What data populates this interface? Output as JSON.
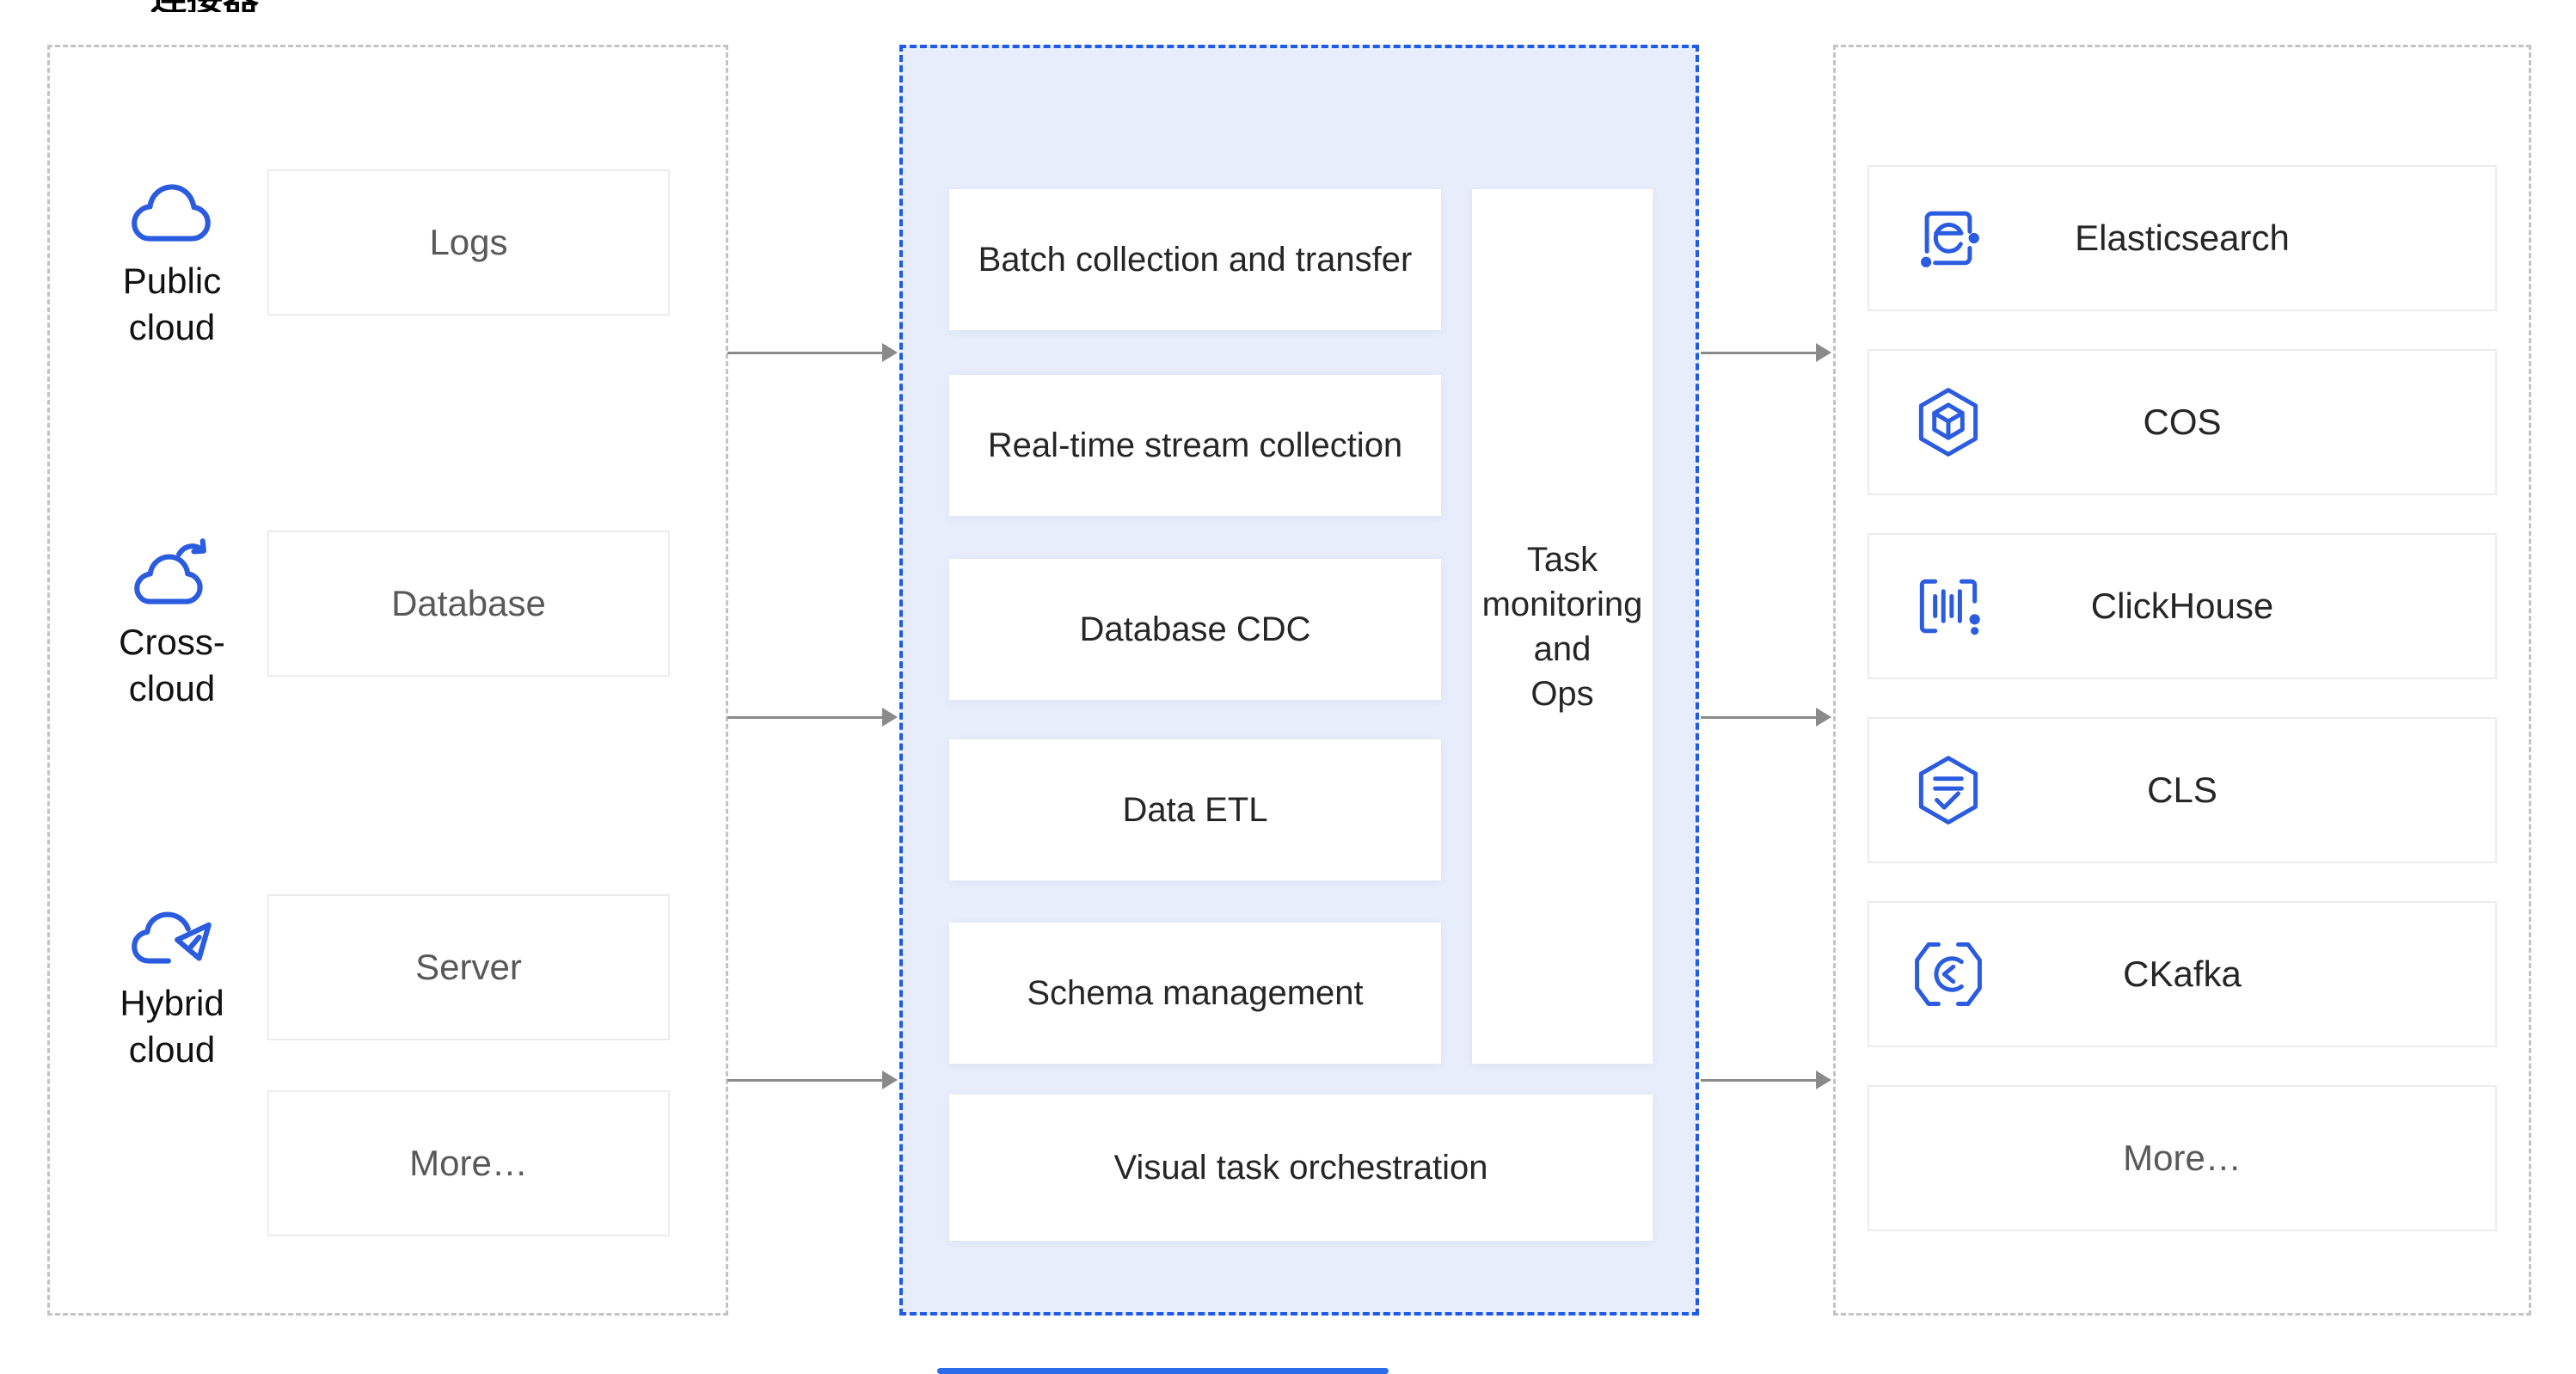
{
  "page": {
    "top_partial_label": "连接器"
  },
  "colors": {
    "accent_blue": "#2b5ce0",
    "pipeline_bg": "#e7edfa",
    "pipeline_border": "#1f5ae8",
    "panel_border_gray": "#c3c3c3",
    "arrow_gray": "#8a8a8a",
    "box_border": "#ececec",
    "text_dark": "#262626",
    "text_gray": "#595959"
  },
  "sources": {
    "groups": [
      {
        "icon": "public-cloud-icon",
        "label": "Public cloud",
        "box_label": "Logs"
      },
      {
        "icon": "cross-cloud-icon",
        "label": "Cross-cloud",
        "box_label": "Database"
      },
      {
        "icon": "hybrid-cloud-icon",
        "label": "Hybrid cloud",
        "box_label": "Server"
      }
    ],
    "more_label": "More…"
  },
  "pipeline": {
    "modules": [
      "Batch collection and transfer",
      "Real-time stream collection",
      "Database CDC",
      "Data ETL",
      "Schema management"
    ],
    "monitoring_label": "Task\nmonitoring\nand\nOps",
    "orchestration_label": "Visual task orchestration"
  },
  "destinations": {
    "items": [
      {
        "icon": "elasticsearch-icon",
        "label": "Elasticsearch"
      },
      {
        "icon": "cos-icon",
        "label": "COS"
      },
      {
        "icon": "clickhouse-icon",
        "label": "ClickHouse"
      },
      {
        "icon": "cls-icon",
        "label": "CLS"
      },
      {
        "icon": "ckafka-icon",
        "label": "CKafka"
      },
      {
        "icon": "",
        "label": "More…"
      }
    ]
  }
}
